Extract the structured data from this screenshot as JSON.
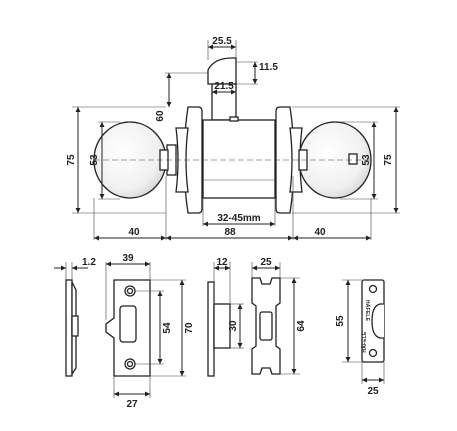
{
  "diagram": {
    "knob_set": {
      "latch_head_width": "25.5",
      "latch_head_height": "11.5",
      "latch_bolt_width": "21.5",
      "rose_height": "60",
      "overall_height_left": "75",
      "knob_height_left": "53",
      "knob_height_right": "53",
      "overall_height_right": "75",
      "door_thickness": "32-45mm",
      "left_knob_projection": "40",
      "body_width": "88",
      "right_knob_projection": "40"
    },
    "latch_plate": {
      "thickness": "1.2",
      "width": "39",
      "hole_spacing": "54",
      "height": "70",
      "bottom_width": "27"
    },
    "dust_box": {
      "depth": "12",
      "height": "30"
    },
    "strike_plate": {
      "width": "25",
      "height": "64"
    },
    "brand_plate": {
      "brand_top": "HÄFELE",
      "brand_bottom": "HÄFELE",
      "height": "55",
      "width": "25"
    }
  }
}
